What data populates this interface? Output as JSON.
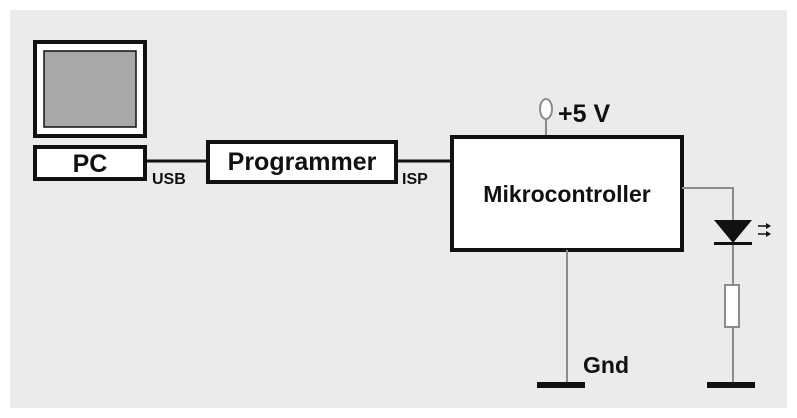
{
  "colors": {
    "background": "#ebebeb",
    "frame": "#ffffff",
    "line": "#111111",
    "thin_line": "#8c8c8c",
    "screen": "#a9a9a9"
  },
  "labels": {
    "pc": "PC",
    "usb": "USB",
    "programmer": "Programmer",
    "isp": "ISP",
    "supply": "+5 V",
    "mcu": "Mikrocontroller",
    "gnd": "Gnd"
  },
  "icons": {
    "monitor": "computer-monitor-icon",
    "led": "led-icon",
    "resistor": "resistor-icon",
    "ground": "ground-icon",
    "supply_terminal": "supply-terminal-icon"
  }
}
